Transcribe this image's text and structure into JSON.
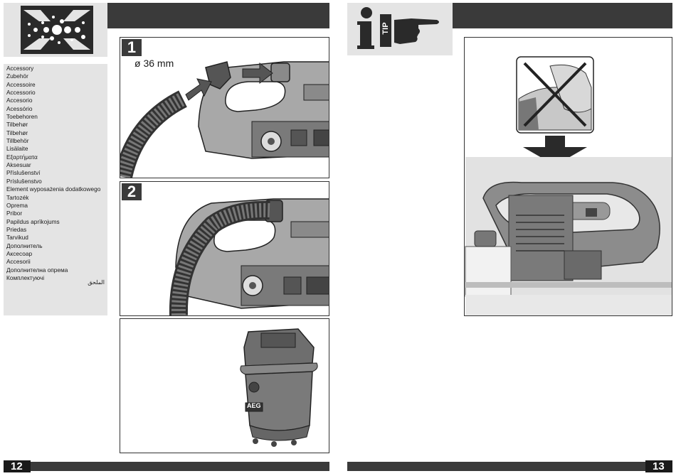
{
  "left_page": {
    "accessory_languages": [
      "Accessory",
      "Zubehör",
      "Accessoire",
      "Accessorio",
      "Accesorio",
      "Acessório",
      "Toebehoren",
      "Tilbehør",
      "Tilbehør",
      "Tillbehör",
      "Lisälaite",
      "Εξαρτήματα",
      "Aksesuar",
      "Příslušenství",
      "Príslušenstvo",
      "Element wyposażenia dodatkowego",
      "Tartozék",
      "Oprema",
      "Pribor",
      "Papildus aprīkojums",
      "Priedas",
      "Tarvikud",
      "Дополнитель",
      "Аксесоар",
      "Accesorii",
      "Дополнителна опрема",
      "Комплектуючі"
    ],
    "arabic_label": "الملحق",
    "steps": [
      {
        "number": "1",
        "diameter_label": "ø 36 mm"
      },
      {
        "number": "2"
      }
    ],
    "vacuum_brand": "AEG",
    "page_number": "12"
  },
  "right_page": {
    "tip_label": "TIP",
    "page_number": "13"
  },
  "colors": {
    "dark_bar": "#3a3a3a",
    "panel_gray": "#e4e4e4",
    "tool_gray": "#8a8a8a"
  }
}
